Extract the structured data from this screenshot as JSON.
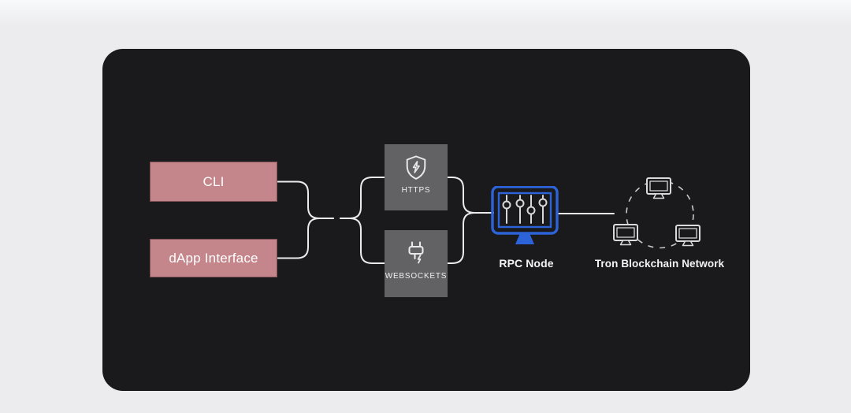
{
  "diagram": {
    "clients": {
      "cli": {
        "label": "CLI"
      },
      "dapp": {
        "label": "dApp Interface"
      }
    },
    "transports": {
      "https": {
        "label": "HTTPS",
        "icon": "shield-bolt-icon"
      },
      "websockets": {
        "label": "WEBSOCKETS",
        "icon": "plug-bolt-icon"
      }
    },
    "rpc_node": {
      "label": "RPC Node",
      "icon": "monitor-sliders-icon"
    },
    "network": {
      "label": "Tron Blockchain Network",
      "icon": "monitors-ring-icon"
    }
  },
  "colors": {
    "page_background": "#ececee",
    "panel_background": "#1a1a1c",
    "client_box_fill": "#c5868b",
    "transport_box_fill": "#626264",
    "accent_blue": "#2c63d8",
    "connector_line": "#ebebeb",
    "icon_stroke": "#e9e9e9",
    "text": "#ffffff"
  }
}
